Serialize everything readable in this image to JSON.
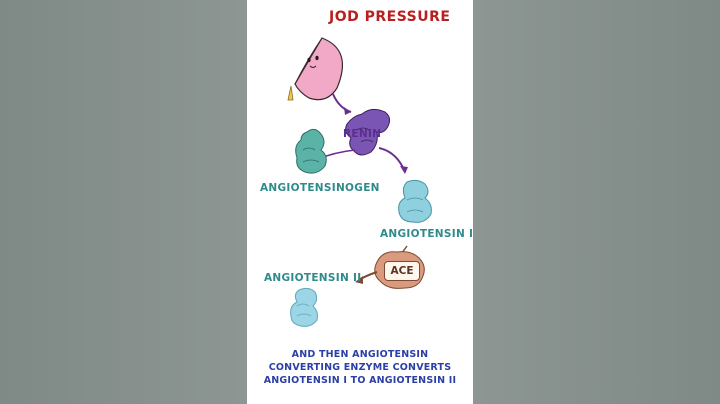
{
  "title": "JOD PRESSURE",
  "labels": {
    "renin": "RENIN",
    "angiotensinogen": "ANGIOTENSINOGEN",
    "angiotensin_1": "ANGIOTENSIN I",
    "ace": "ACE",
    "angiotensin_2": "ANGIOTENSIN II"
  },
  "caption": [
    "AND THEN ANGIOTENSIN",
    "CONVERTING ENZYME CONVERTS",
    "ANGIOTENSIN I TO ANGIOTENSIN II"
  ],
  "colors": {
    "title": "#b81f1f",
    "teal_label": "#2f8a8c",
    "renin": "#5c2d91",
    "caption": "#2b3fa6",
    "kidney": "#f2a9c7",
    "ace_enzyme": "#d99a7e",
    "angiotensin_shape": "#8fd0df"
  }
}
